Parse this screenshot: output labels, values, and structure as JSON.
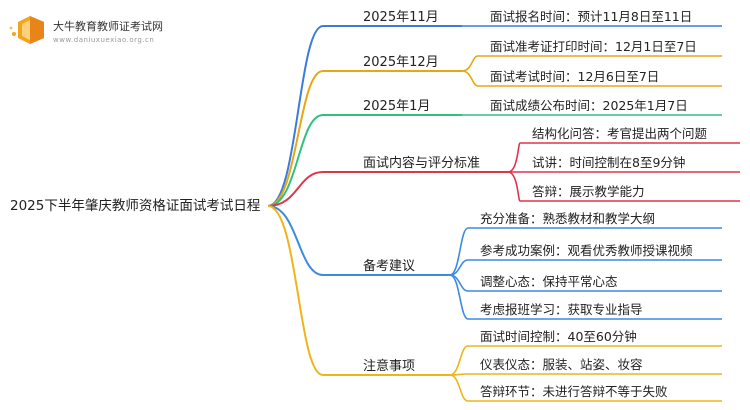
{
  "logo": {
    "title": "大牛教育教师证考试网",
    "url": "www.daniuxuexiao.org.cn"
  },
  "root": {
    "label": "2025下半年肇庆教师资格证面试考试日程"
  },
  "branches": [
    {
      "label": "2025年11月",
      "color": "#3b7be0",
      "children": [
        "面试报名时间：预计11月8日至11日"
      ]
    },
    {
      "label": "2025年12月",
      "color": "#e8a712",
      "children": [
        "面试准考证打印时间：12月1日至7日",
        "面试考试时间：12月6日至7日"
      ]
    },
    {
      "label": "2025年1月",
      "color": "#2ec27e",
      "children": [
        "面试成绩公布时间：2025年1月7日"
      ]
    },
    {
      "label": "面试内容与评分标准",
      "color": "#e0344a",
      "children": [
        "结构化问答：考官提出两个问题",
        "试讲：时间控制在8至9分钟",
        "答辩：展示教学能力"
      ]
    },
    {
      "label": "备考建议",
      "color": "#3b8be0",
      "children": [
        "充分准备：熟悉教材和教学大纲",
        "参考成功案例：观看优秀教师授课视频",
        "调整心态：保持平常心态",
        "考虑报班学习：获取专业指导"
      ]
    },
    {
      "label": "注意事项",
      "color": "#f0b41a",
      "children": [
        "面试时间控制：40至60分钟",
        "仪表仪态：服装、站姿、妆容",
        "答辩环节：未进行答辩不等于失败"
      ]
    }
  ]
}
